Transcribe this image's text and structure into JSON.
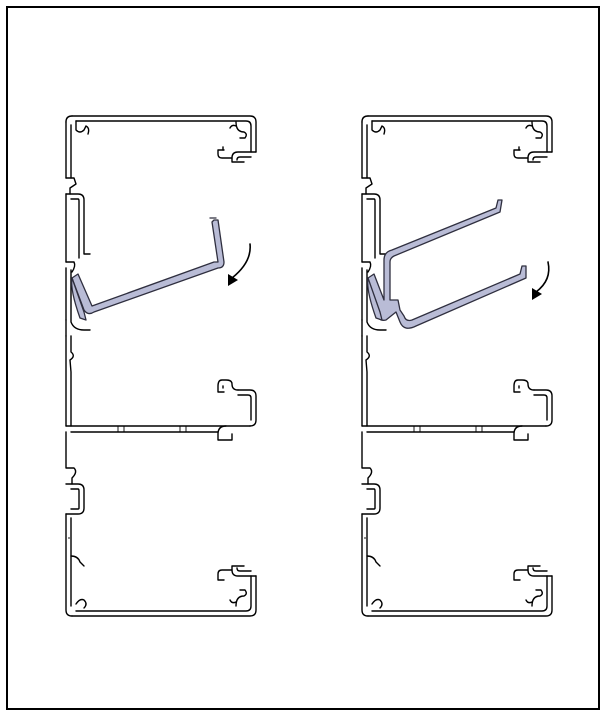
{
  "figure": {
    "panels": [
      {
        "name": "left-profile",
        "state": "hinged flap swinging into channel"
      },
      {
        "name": "right-profile",
        "state": "U-shaped divider swinging into channel"
      }
    ],
    "colors": {
      "background": "#ffffff",
      "outline": "#000000",
      "insert_fill": "#b9bcd6",
      "insert_stroke": "#2f2f3f"
    },
    "icons": [
      "curved-arrow-icon",
      "curved-arrow-icon"
    ]
  }
}
